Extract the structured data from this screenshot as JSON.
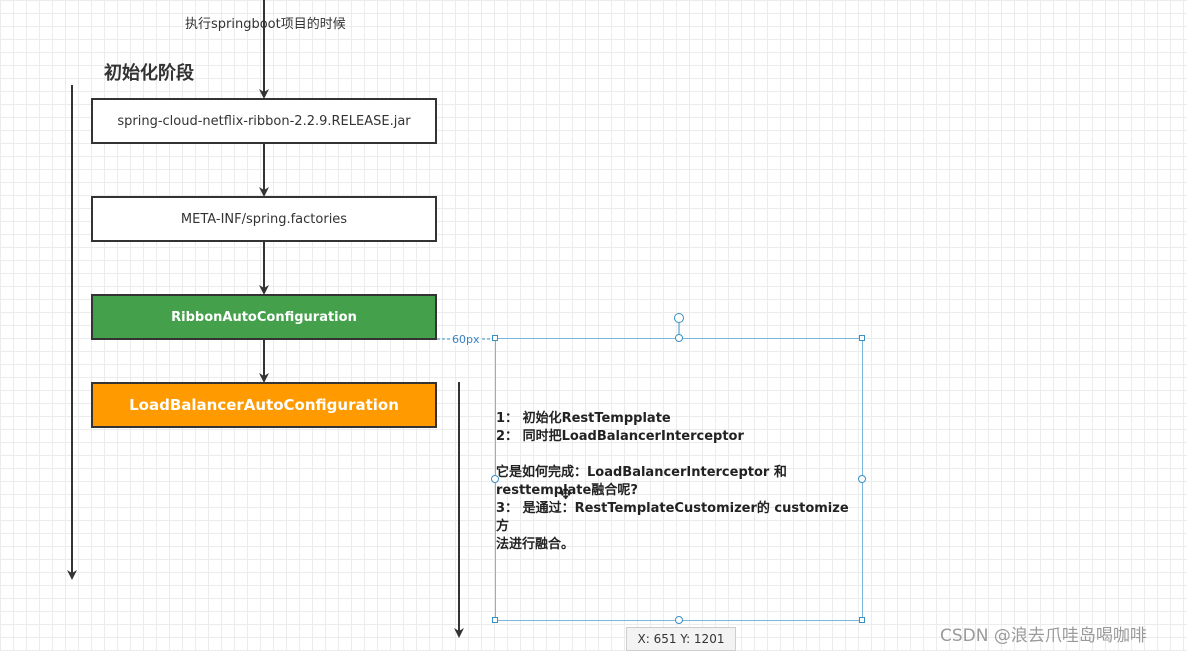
{
  "diagram": {
    "top_caption": "执行springboot项目的时候",
    "phase_title": "初始化阶段",
    "nodes": [
      {
        "label": "spring-cloud-netflix-ribbon-2.2.9.RELEASE.jar",
        "fill": "#ffffff",
        "text_color": "#333333"
      },
      {
        "label": "META-INF/spring.factories",
        "fill": "#ffffff",
        "text_color": "#333333"
      },
      {
        "label": "RibbonAutoConfiguration",
        "fill": "#45a04c",
        "text_color": "#ffffff"
      },
      {
        "label": "LoadBalancerAutoConfiguration",
        "fill": "#ff9a00",
        "text_color": "#ffffff"
      }
    ],
    "note_lines": [
      "1： 初始化RestTempplate",
      "2： 同时把LoadBalancerInterceptor",
      "",
      "它是如何完成：LoadBalancerInterceptor 和",
      "resttemplate融合呢?",
      "3： 是通过：RestTemplateCustomizer的 customize 方",
      "法进行融合。"
    ]
  },
  "editor": {
    "spacing_label": "60px",
    "coordinates": "X: 651  Y: 1201",
    "selection_color": "#3a8fc4"
  },
  "watermark": "CSDN @浪去爪哇岛喝咖啡",
  "colors": {
    "grid": "#ececec",
    "stroke": "#333333",
    "green": "#45a04c",
    "orange": "#ff9a00"
  }
}
